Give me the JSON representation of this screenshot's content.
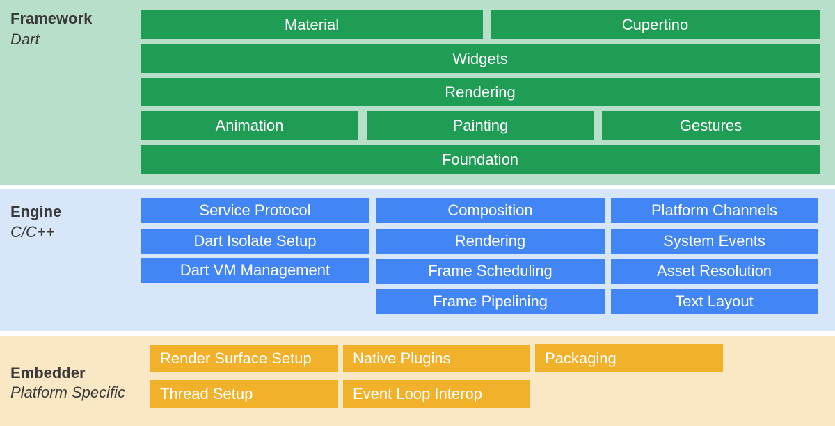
{
  "framework": {
    "title": "Framework",
    "subtitle": "Dart",
    "rows": [
      [
        "Material",
        "Cupertino"
      ],
      [
        "Widgets"
      ],
      [
        "Rendering"
      ],
      [
        "Animation",
        "Painting",
        "Gestures"
      ],
      [
        "Foundation"
      ]
    ]
  },
  "engine": {
    "title": "Engine",
    "subtitle": "C/C++",
    "columns": [
      [
        "Service Protocol",
        "Dart Isolate Setup",
        "Dart VM Management"
      ],
      [
        "Composition",
        "Rendering",
        "Frame Scheduling",
        "Frame Pipelining"
      ],
      [
        "Platform Channels",
        "System Events",
        "Asset Resolution",
        "Text Layout"
      ]
    ]
  },
  "embedder": {
    "title": "Embedder",
    "subtitle": "Platform Specific",
    "columns": [
      [
        "Render Surface Setup",
        "Thread Setup"
      ],
      [
        "Native Plugins",
        "Event Loop Interop"
      ],
      [
        "Packaging"
      ]
    ]
  },
  "colors": {
    "framework_band": "#b8dfc9",
    "framework_box": "#1f9d55",
    "engine_band": "#d7e6f9",
    "engine_box": "#4285f4",
    "embedder_band": "#fae8c5",
    "embedder_box": "#f2b12b"
  }
}
